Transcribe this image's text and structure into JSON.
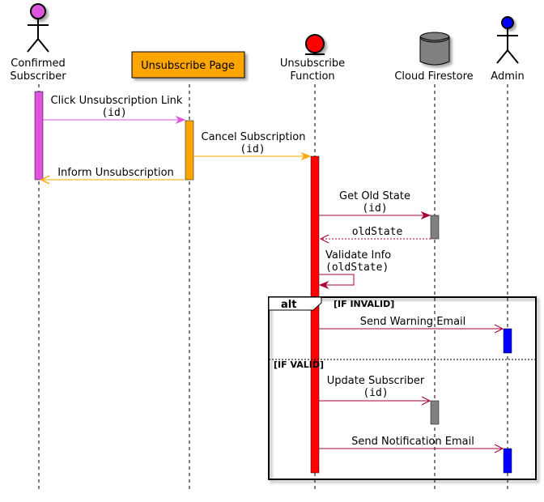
{
  "participants": {
    "subscriber": {
      "line1": "Confirmed",
      "line2": "Subscriber",
      "kind": "actor",
      "color": "#dd55dd"
    },
    "page": {
      "label": "Unsubscribe Page",
      "kind": "participant",
      "color": "#ffa500"
    },
    "function": {
      "line1": "Unsubscribe",
      "line2": "Function",
      "kind": "entity",
      "color": "#ff0000"
    },
    "firestore": {
      "label": "Cloud Firestore",
      "kind": "database",
      "color": "#808080"
    },
    "admin": {
      "label": "Admin",
      "kind": "actor",
      "color": "#0000ff"
    }
  },
  "messages": [
    {
      "from": "Confirmed Subscriber",
      "to": "Unsubscribe Page",
      "text": "Click Unsubscription Link",
      "arg": "(id)",
      "color": "#dd55dd"
    },
    {
      "from": "Unsubscribe Page",
      "to": "Unsubscribe Function",
      "text": "Cancel Subscription",
      "arg": "(id)",
      "color": "#ffa500"
    },
    {
      "from": "Unsubscribe Page",
      "to": "Confirmed Subscriber",
      "text": "Inform Unsubscription",
      "arg": "",
      "color": "#ffa500"
    },
    {
      "from": "Unsubscribe Function",
      "to": "Cloud Firestore",
      "text": "Get Old State",
      "arg": "(id)",
      "color": "#a80036"
    },
    {
      "from": "Cloud Firestore",
      "to": "Unsubscribe Function",
      "text": "",
      "arg": "oldState",
      "color": "#a80036"
    },
    {
      "from": "Unsubscribe Function",
      "to": "Unsubscribe Function",
      "text": "Validate Info",
      "arg": "(oldState)",
      "color": "#a80036"
    },
    {
      "from": "Unsubscribe Function",
      "to": "Admin",
      "text": "Send Warning Email",
      "arg": "",
      "color": "#a80036"
    },
    {
      "from": "Unsubscribe Function",
      "to": "Cloud Firestore",
      "text": "Update Subscriber",
      "arg": "(id)",
      "color": "#a80036"
    },
    {
      "from": "Unsubscribe Function",
      "to": "Admin",
      "text": "Send Notification Email",
      "arg": "",
      "color": "#a80036"
    }
  ],
  "alt": {
    "keyword": "alt",
    "guard_invalid": "[IF INVALID]",
    "guard_valid": "[IF VALID]"
  }
}
